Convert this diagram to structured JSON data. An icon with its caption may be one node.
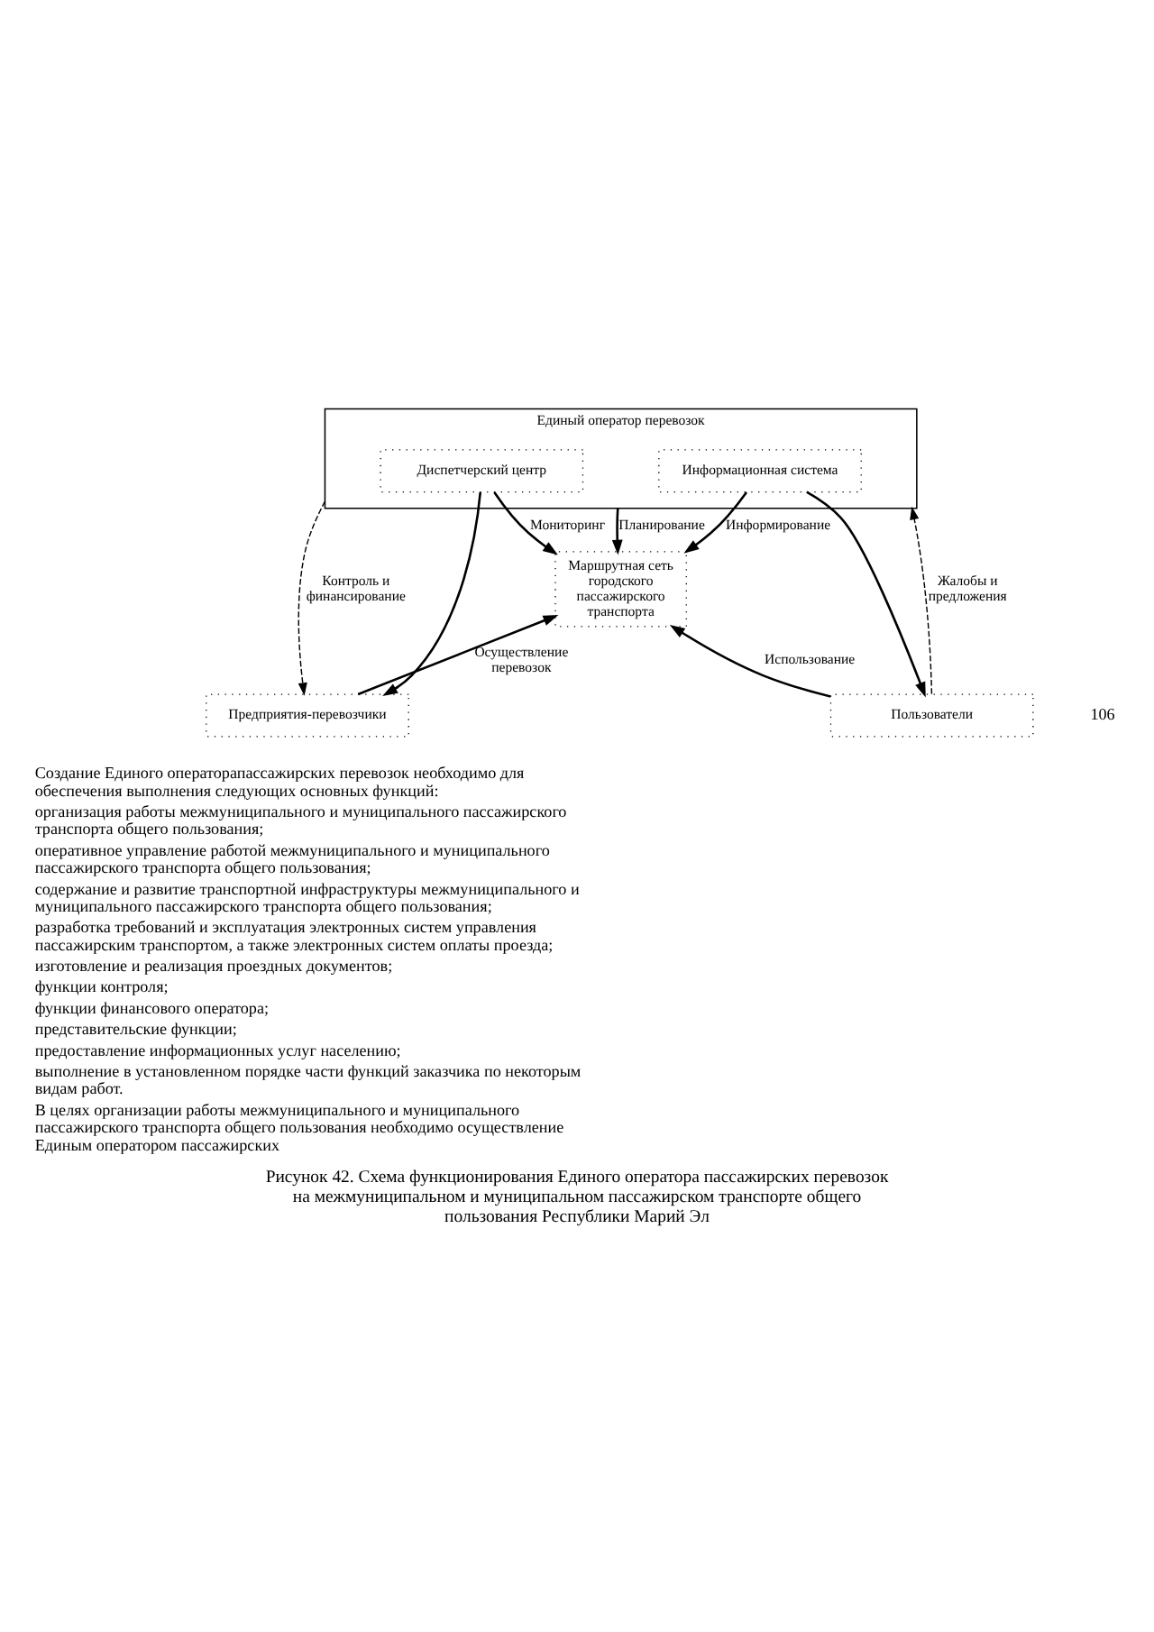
{
  "diagram": {
    "caption": "Рисунок 42. Схема функционирования Единого оператора пассажирских перевозок на межмуниципальном и муниципальном пассажирском транспорте общего пользования Республики Марий Эл",
    "nodes": [
      {
        "text": [
          "Единый оператор перевозок"
        ]
      },
      {
        "text": [
          "Диспетчерский центр"
        ],
        "in": 0
      },
      {
        "text": [
          "Информационная система"
        ],
        "in": 0
      },
      {
        "text": [
          "Маршрутная сеть городского пассажирского транспорта"
        ]
      },
      {
        "text": [
          "Предприятия-перевозчики"
        ]
      },
      {
        "text": [
          "Пользователи"
        ]
      }
    ],
    "edges": [
      {
        "from": 0,
        "to": 4,
        "arrow": "to",
        "label": "Контроль и финансирование",
        "style": "dashed"
      },
      {
        "from": 1,
        "to": 4,
        "arrow": "to"
      },
      {
        "from": 1,
        "to": 3,
        "arrow": "to",
        "label": "Мониторинг"
      },
      {
        "from": 0,
        "to": 3,
        "arrow": "to",
        "label": "Планирование"
      },
      {
        "from": 2,
        "to": 3,
        "arrow": "to",
        "label": "Информирование"
      },
      {
        "from": 2,
        "to": 5,
        "arrow": "to"
      },
      {
        "from": 4,
        "to": 3,
        "arrow": "to",
        "label": "Осуществление перевозок"
      },
      {
        "from": 5,
        "to": 3,
        "arrow": "to",
        "label": "Использование"
      },
      {
        "from": 5,
        "to": 0,
        "arrow": "to",
        "label": "Жалобы и предложения",
        "style": "dashed"
      }
    ],
    "labels": [
      "106",
      "Создание Единого операторапассажирских перевозок необходимо для обеспечения выполнения следующих основных функций:",
      "организация работы межмуниципального и муниципального пассажирского транспорта общего пользования;",
      "оперативное управление работой межмуниципального и муниципального пассажирского транспорта общего пользования;",
      "содержание и развитие транспортной инфраструктуры межмуниципального и муниципального пассажирского транспорта общего пользования;",
      "разработка требований и эксплуатация электронных систем управления пассажирским транспортом, а также электронных систем оплаты проезда;",
      "изготовление и реализация проездных документов;",
      "функции контроля;",
      "функции финансового оператора;",
      "представительские функции;",
      "предоставление информационных услуг населению;",
      "выполнение в установленном порядке части функций заказчика по некоторым видам работ.",
      "В целях организации работы межмуниципального и муниципального пассажирского транспорта общего пользования необходимо осуществление Единым оператором пассажирских"
    ]
  }
}
